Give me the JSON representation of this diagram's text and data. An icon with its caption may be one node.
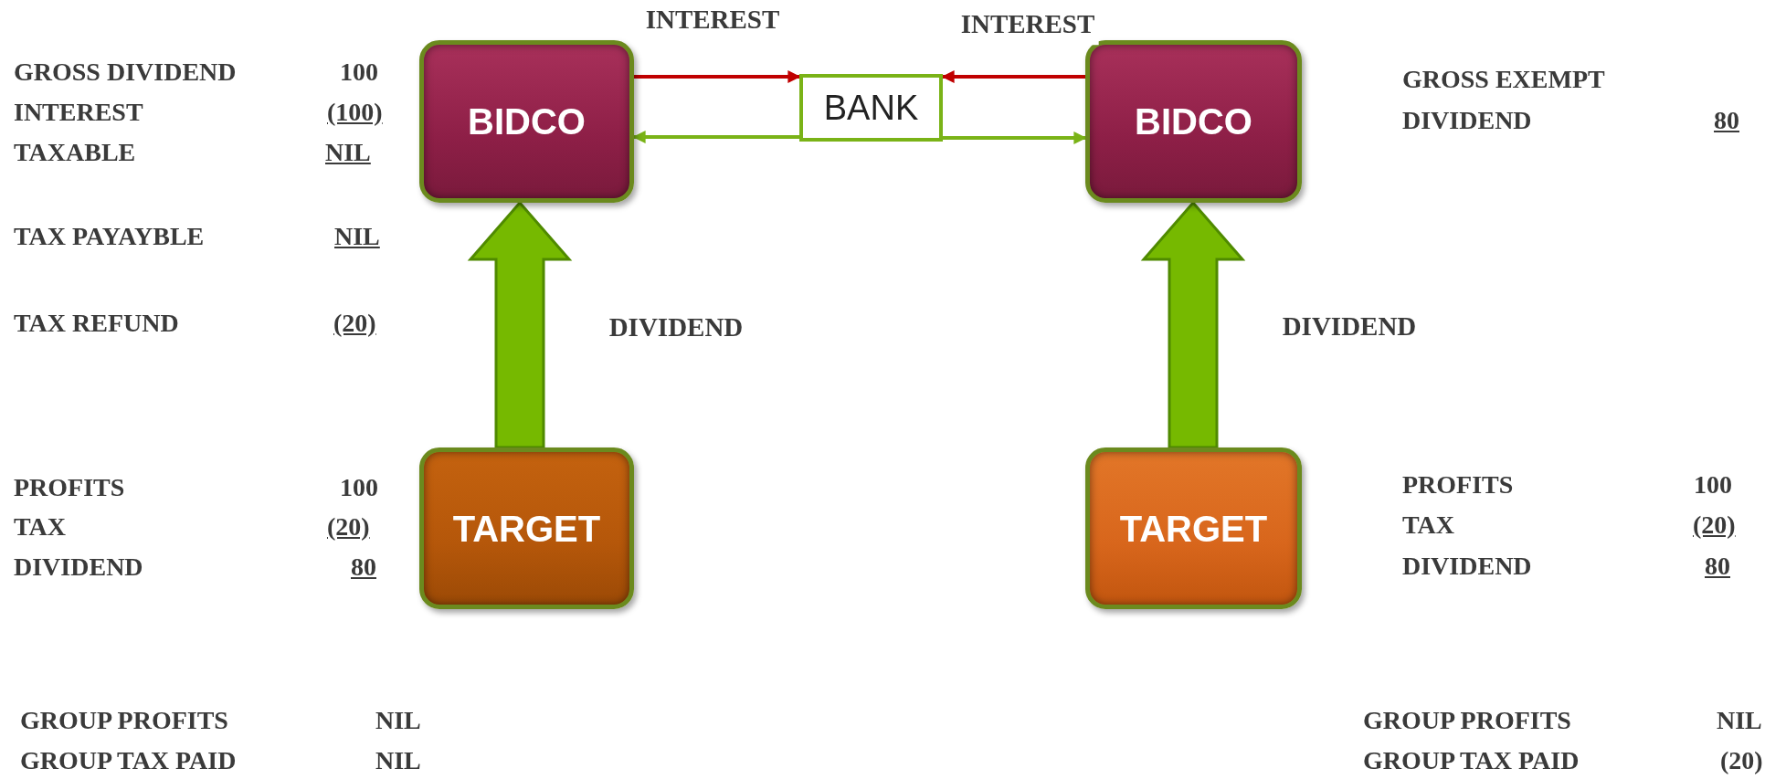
{
  "diagram": {
    "nodes": [
      {
        "text": [
          "BIDCO"
        ]
      },
      {
        "text": [
          "BANK"
        ]
      },
      {
        "text": [
          "BIDCO"
        ]
      },
      {
        "text": [
          "TARGET"
        ]
      },
      {
        "text": [
          "TARGET"
        ]
      }
    ],
    "edges": [
      {
        "from": 0,
        "to": 1,
        "arrow": "to",
        "label": "INTEREST",
        "color": "#c00000"
      },
      {
        "from": 1,
        "to": 0,
        "arrow": "to",
        "color": "#7ab317"
      },
      {
        "from": 2,
        "to": 1,
        "arrow": "to",
        "label": "INTEREST",
        "color": "#c00000"
      },
      {
        "from": 1,
        "to": 2,
        "arrow": "to",
        "color": "#7ab317"
      },
      {
        "from": 3,
        "to": 0,
        "arrow": "to",
        "label": "DIVIDEND",
        "style": "thick",
        "color": "#76b900"
      },
      {
        "from": 4,
        "to": 2,
        "arrow": "to",
        "label": "DIVIDEND",
        "style": "thick",
        "color": "#76b900"
      }
    ],
    "labels": [
      "GROSS DIVIDEND",
      "100",
      "INTEREST",
      "(100)",
      "TAXABLE",
      "NIL",
      "TAX PAYAYBLE",
      "NIL",
      "TAX REFUND",
      "(20)",
      "GROSS EXEMPT",
      "DIVIDEND",
      "80",
      "PROFITS",
      "100",
      "TAX",
      "(20)",
      "DIVIDEND",
      "80",
      "PROFITS",
      "100",
      "TAX",
      "(20)",
      "DIVIDEND",
      "80",
      "GROUP PROFITS",
      "NIL",
      "GROUP TAX PAID",
      "NIL",
      "GROUP PROFITS",
      "NIL",
      "GROUP TAX PAID",
      "(20)"
    ]
  }
}
